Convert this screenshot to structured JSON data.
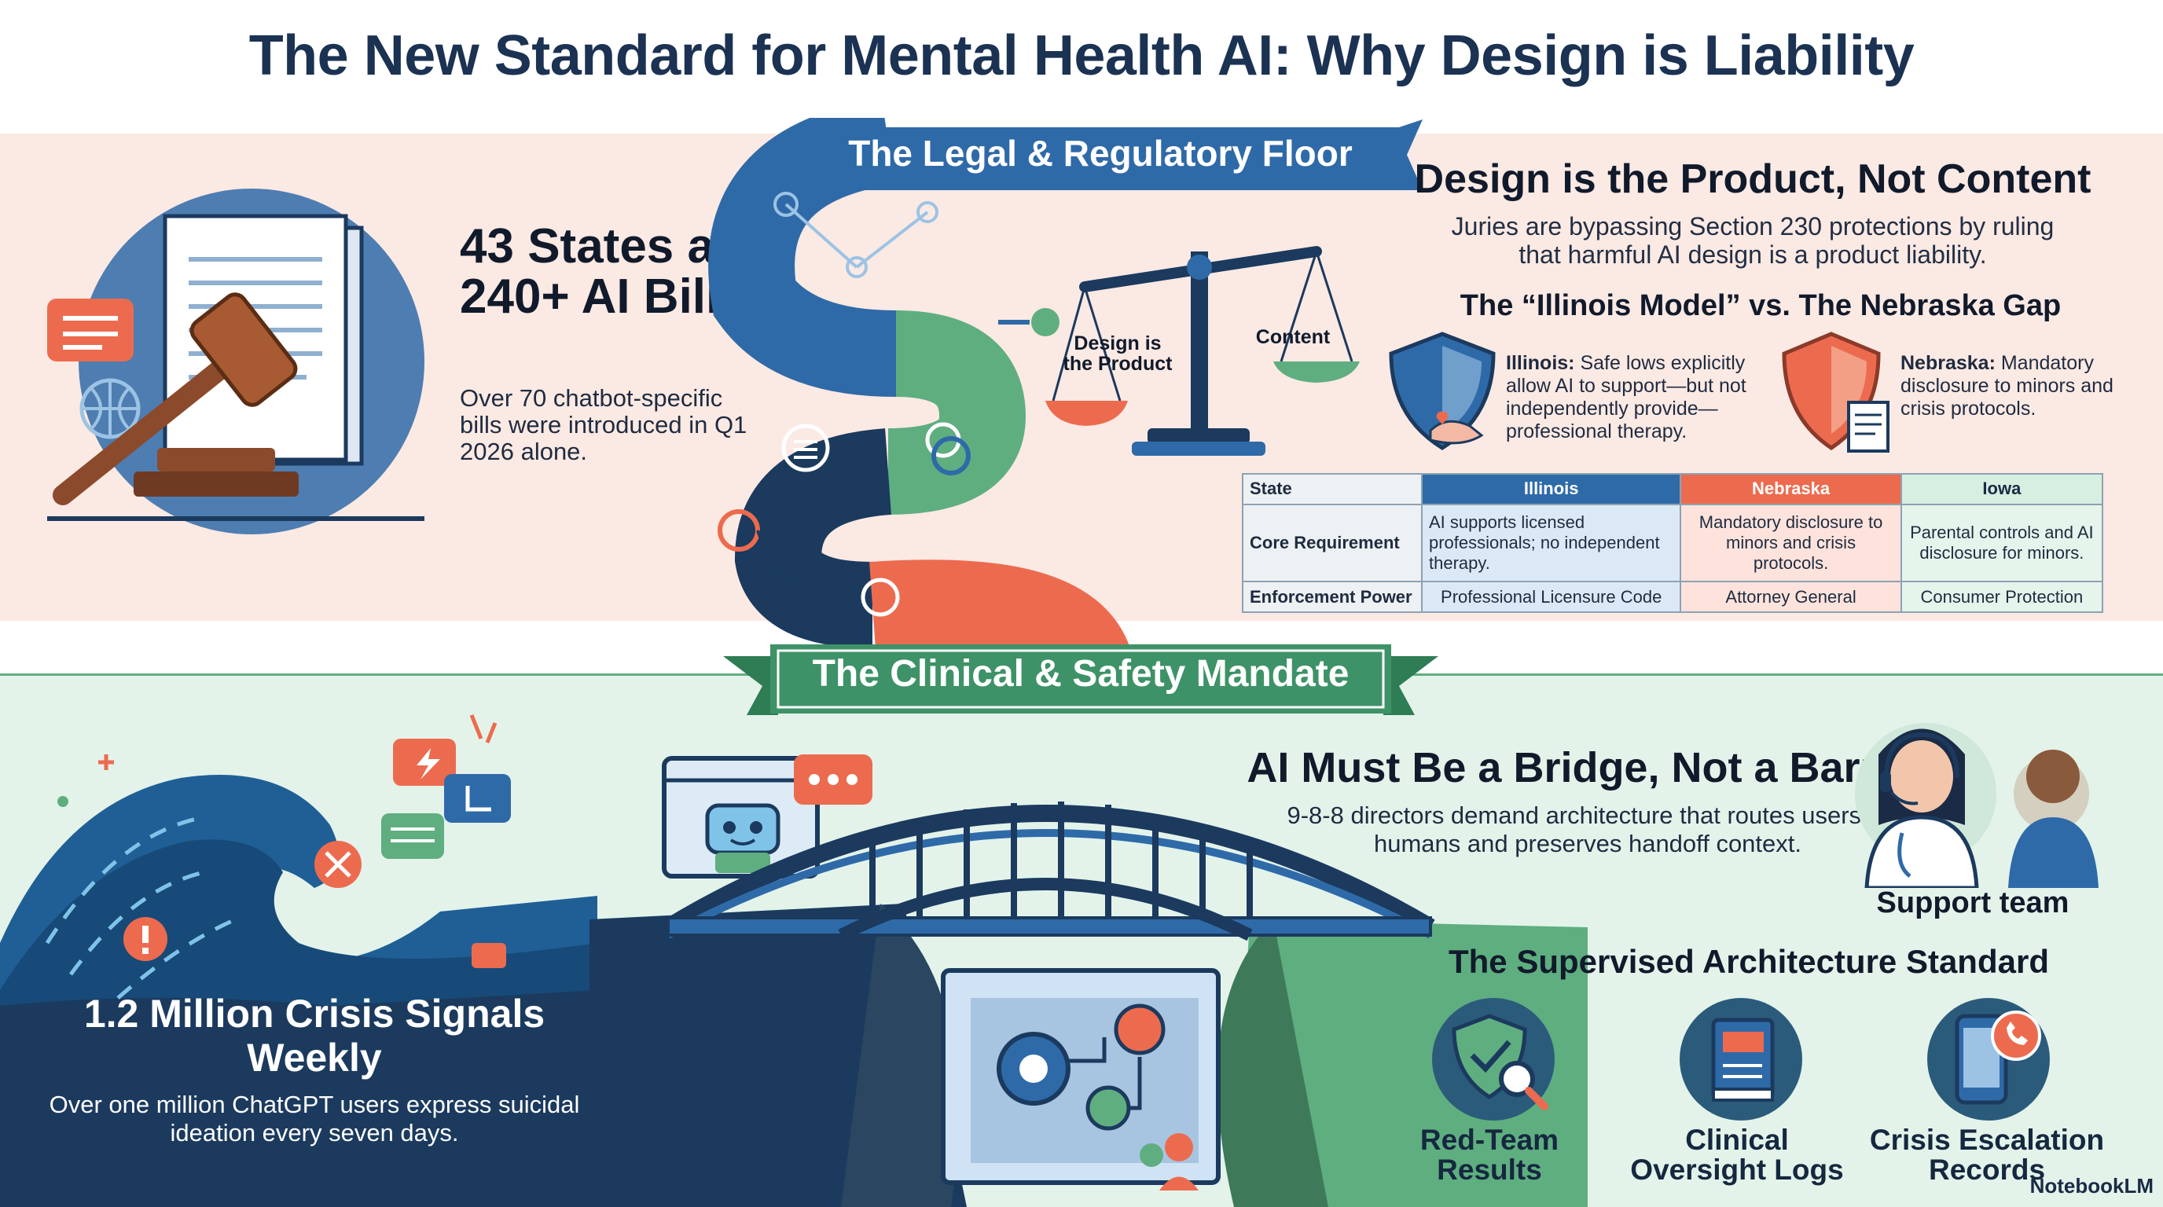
{
  "title": "The New Standard for Mental Health AI: Why Design is Liability",
  "legal": {
    "banner": "The Legal & Regulatory Floor",
    "stat_headline": "43 States and 240+ AI Bills",
    "stat_detail": "Over 70 chatbot-specific bills were introduced in Q1 2026 alone.",
    "scale": {
      "left_label": "Design is the Product",
      "right_label": "Content"
    },
    "design_title": "Design is the Product, Not Content",
    "design_detail": "Juries are bypassing Section 230 protections by ruling that harmful AI design is a product liability.",
    "models_title": "The “Illinois Model” vs. The Nebraska Gap",
    "illinois": {
      "name": "Illinois:",
      "text": " Safe lows explicitly allow AI to support—but not independently provide—professional therapy."
    },
    "nebraska": {
      "name": "Nebraska:",
      "text": " Mandatory disclosure to minors and crisis protocols."
    },
    "table": {
      "headers": [
        "State",
        "Illinois",
        "Nebraska",
        "Iowa"
      ],
      "rows": [
        {
          "label": "Core Requirement",
          "illinois": "AI supports licensed professionals; no independent therapy.",
          "nebraska": "Mandatory disclosure to minors and crisis protocols.",
          "iowa": "Parental controls and AI disclosure for minors."
        },
        {
          "label": "Enforcement Power",
          "illinois": "Professional Licensure Code",
          "nebraska": "Attorney General",
          "iowa": "Consumer Protection"
        }
      ]
    }
  },
  "clinical": {
    "banner": "The Clinical & Safety Mandate",
    "crisis_title": "1.2 Million Crisis Signals Weekly",
    "crisis_detail": "Over one million ChatGPT users express suicidal ideation every seven days.",
    "bridge_title": "AI Must Be a Bridge, Not a Barrier",
    "bridge_detail": "9-8-8 directors demand architecture that routes users to humans and preserves handoff context.",
    "support_label": "Support team",
    "architecture_title": "The Supervised Architecture Standard",
    "architecture_items": [
      {
        "label": "Red-Team Results",
        "icon": "shield-magnifier-icon"
      },
      {
        "label": "Clinical Oversight Logs",
        "icon": "book-icon"
      },
      {
        "label": "Crisis Escalation Records",
        "icon": "phone-alert-icon"
      }
    ]
  },
  "watermark": "NotebookLM",
  "colors": {
    "navy": "#1b3a5e",
    "blue": "#2f6aa8",
    "green": "#5fae80",
    "coral": "#ec6b4f",
    "pink_band": "#fbe9e3",
    "mint_band": "#e3f3ea"
  }
}
